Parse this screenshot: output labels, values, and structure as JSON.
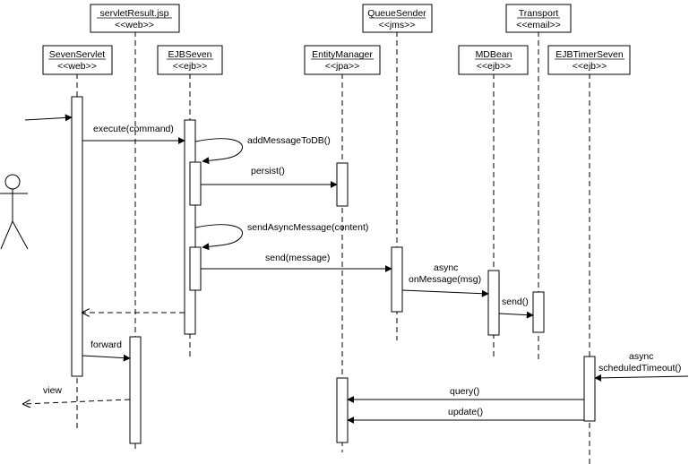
{
  "participants": [
    {
      "id": "sevenservlet",
      "name": "SevenServlet",
      "stereotype": "<<web>>"
    },
    {
      "id": "servletresult",
      "name": "servletResult.jsp",
      "stereotype": "<<web>>"
    },
    {
      "id": "ejbseven",
      "name": "EJBSeven",
      "stereotype": "<<ejb>>"
    },
    {
      "id": "entitymanager",
      "name": "EntityManager",
      "stereotype": "<<jpa>>"
    },
    {
      "id": "queuesender",
      "name": "QueueSender",
      "stereotype": "<<jms>>"
    },
    {
      "id": "mdbean",
      "name": "MDBean",
      "stereotype": "<<ejb>>"
    },
    {
      "id": "transport",
      "name": "Transport",
      "stereotype": "<<email>>"
    },
    {
      "id": "ejbtimerseven",
      "name": "EJBTimerSeven",
      "stereotype": "<<ejb>>"
    }
  ],
  "messages": {
    "execute": "execute(command)",
    "add_message": "addMessageToDB()",
    "persist": "persist()",
    "send_async": "sendAsyncMessage(content)",
    "send_message": "send(message)",
    "async_1": "async",
    "on_message": "onMessage(msg)",
    "send": "send()",
    "forward": "forward",
    "view": "view",
    "async_2": "async",
    "scheduled_timeout": "scheduledTimeout()",
    "query": "query()",
    "update": "update()"
  }
}
